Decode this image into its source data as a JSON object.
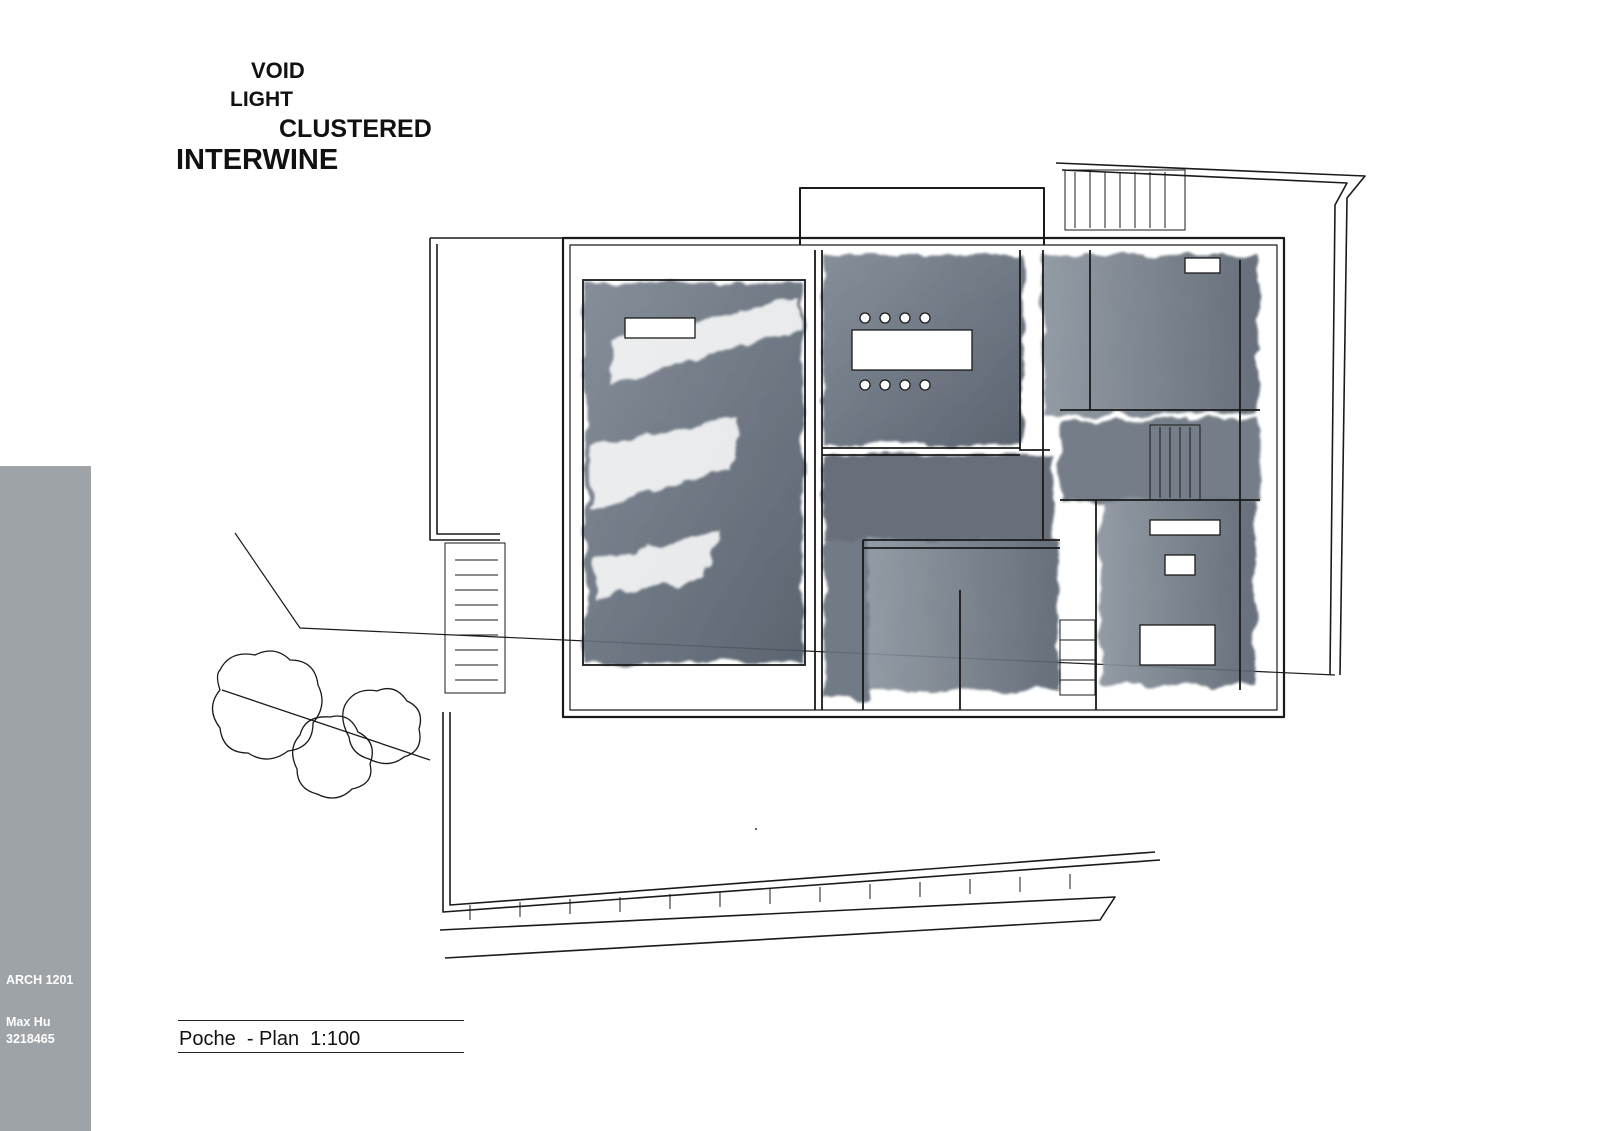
{
  "concept": {
    "word1": "VOID",
    "word2": "LIGHT",
    "word3": "CLUSTERED",
    "word4": "INTERWINE"
  },
  "sidebar": {
    "course": "ARCH 1201",
    "author": "Max Hu",
    "student_id": "3218465",
    "color": "#9ea3a7"
  },
  "drawing": {
    "caption": "Poche  - Plan  1:100",
    "wash_color": "#5d6773"
  }
}
